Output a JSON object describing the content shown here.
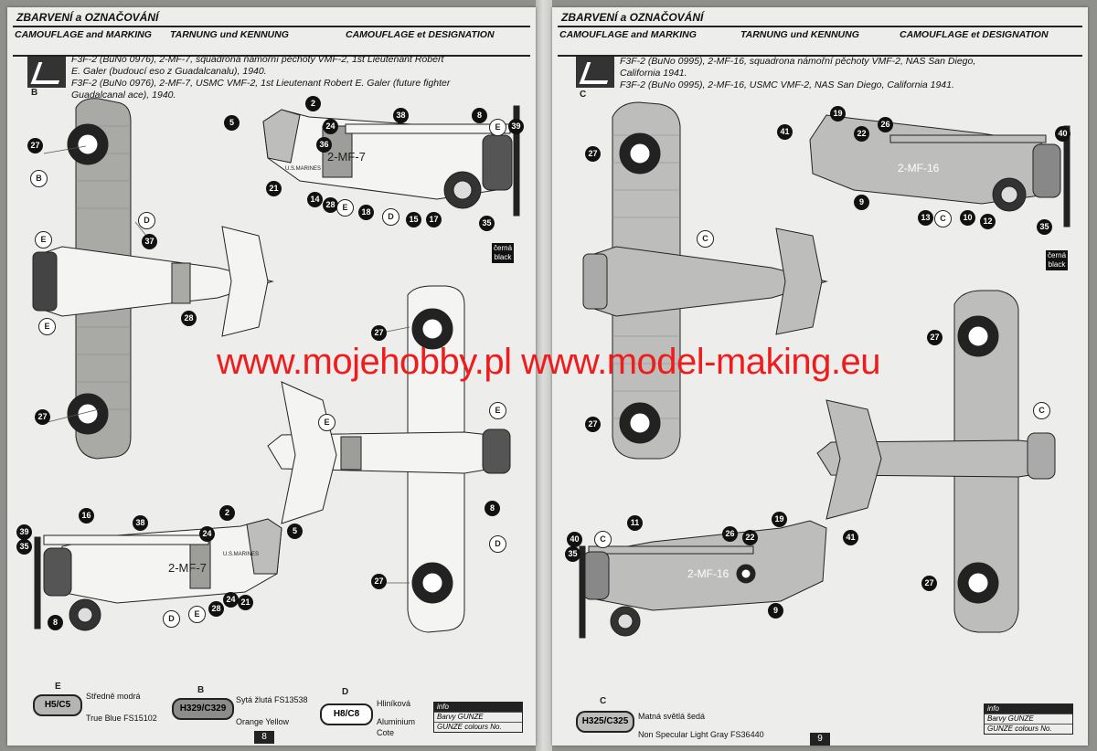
{
  "header": {
    "title": "ZBARVENÍ a OZNAČOVÁNÍ",
    "subtitles": [
      "CAMOUFLAGE and MARKING",
      "TARNUNG und KENNUNG",
      "CAMOUFLAGE et DESIGNATION"
    ]
  },
  "left": {
    "scheme_letter": "B",
    "description": [
      "F3F-2 (BuNo 0976), 2-MF-7, squadrona námořní pěchoty VMF-2, 1st Lieutenant Robert",
      "E. Galer (budoucí eso z Guadalcanalu), 1940.",
      "F3F-2 (BuNo 0976), 2-MF-7, USMC VMF-2, 1st Lieutenant Robert E. Galer (future fighter",
      "Guadalcanal ace), 1940."
    ],
    "code": "2-MF-7",
    "marine": "U.S.MARINES",
    "callouts_top": [
      "2",
      "38",
      "8",
      "E",
      "39",
      "5",
      "24",
      "36",
      "21",
      "14",
      "28",
      "E",
      "18",
      "D",
      "15",
      "17",
      "35"
    ],
    "callouts_plan": [
      "27",
      "B",
      "D",
      "37",
      "E",
      "E",
      "28",
      "27"
    ],
    "callouts_bottom": [
      "16",
      "38",
      "5",
      "39",
      "35",
      "24",
      "2",
      "D",
      "E",
      "28",
      "24",
      "21",
      "8"
    ],
    "callouts_underside": [
      "27",
      "E",
      "E",
      "8",
      "D",
      "27"
    ],
    "color_tag": [
      "černá",
      "black"
    ],
    "swatches": [
      {
        "letter": "E",
        "code": "H5/C5",
        "cz": "Středně modrá",
        "en": "True Blue FS15102",
        "color": "#b5b5b3"
      },
      {
        "letter": "B",
        "code": "H329/C329",
        "cz": "Sytá žlutá FS13538",
        "en": "Orange Yellow",
        "color": "#8c8c8a"
      },
      {
        "letter": "D",
        "code": "H8/C8",
        "cz": "Hliníková",
        "en": "Aluminium",
        "en2": "Cote",
        "color": "#ffffff"
      }
    ],
    "info": {
      "head": "info",
      "row1": "Barvy GUNZE",
      "row2": "GUNZE colours No."
    },
    "page_number": "8"
  },
  "right": {
    "scheme_letter": "C",
    "description": [
      "F3F-2 (BuNo 0995), 2-MF-16, squadrona námořní pěchoty VMF-2, NAS San Diego,",
      "California 1941.",
      "F3F-2 (BuNo 0995), 2-MF-16, USMC VMF-2, NAS San Diego, California 1941."
    ],
    "code": "2-MF-16",
    "callouts_top": [
      "19",
      "41",
      "26",
      "22",
      "40",
      "9",
      "13",
      "C",
      "10",
      "12",
      "35"
    ],
    "callouts_plan": [
      "27",
      "C",
      "27"
    ],
    "callouts_underside": [
      "27",
      "C",
      "27"
    ],
    "callouts_bottom": [
      "11",
      "19",
      "40",
      "C",
      "26",
      "22",
      "41",
      "35",
      "9"
    ],
    "color_tag": [
      "černá",
      "black"
    ],
    "swatches": [
      {
        "letter": "C",
        "code": "H325/C325",
        "cz": "Matná světlá šedá",
        "en": "Non Specular Light Gray FS36440",
        "color": "#bdbdbb"
      }
    ],
    "info": {
      "head": "info",
      "row1": "Barvy GUNZE",
      "row2": "GUNZE colours No."
    },
    "page_number": "9"
  },
  "watermark": "www.mojehobby.pl www.model-making.eu",
  "colors": {
    "watermark": "#ee1c1c",
    "paper": "#ededeb",
    "upper_gray": "#a9a9a6"
  }
}
